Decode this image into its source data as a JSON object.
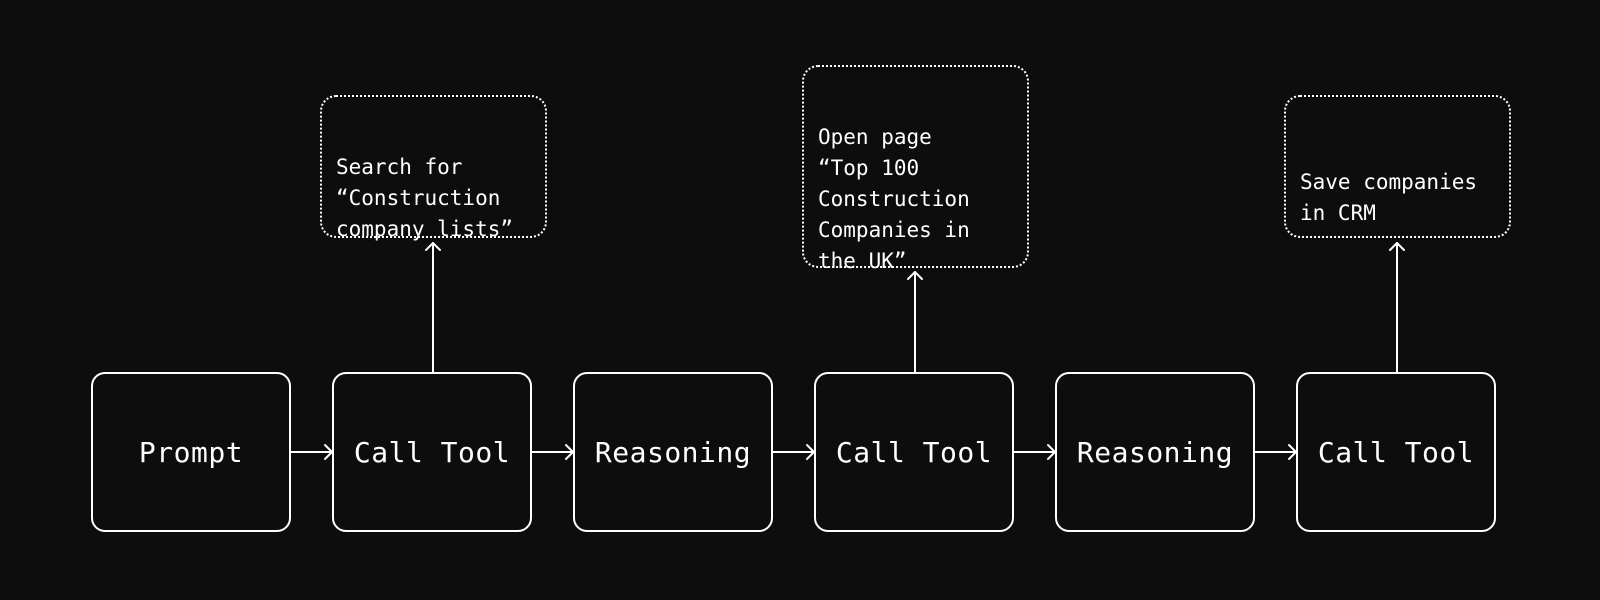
{
  "flow": {
    "steps": [
      {
        "label": "Prompt"
      },
      {
        "label": "Call Tool"
      },
      {
        "label": "Reasoning"
      },
      {
        "label": "Call Tool"
      },
      {
        "label": "Reasoning"
      },
      {
        "label": "Call Tool"
      }
    ],
    "tool_notes": [
      {
        "text": "Search for\n“Construction\ncompany lists”"
      },
      {
        "text": "Open page\n“Top 100\nConstruction\nCompanies in\nthe UK”"
      },
      {
        "text": "Save companies\nin CRM"
      }
    ]
  },
  "colors": {
    "background": "#0d0d0d",
    "stroke": "#ffffff",
    "text": "#ffffff"
  }
}
